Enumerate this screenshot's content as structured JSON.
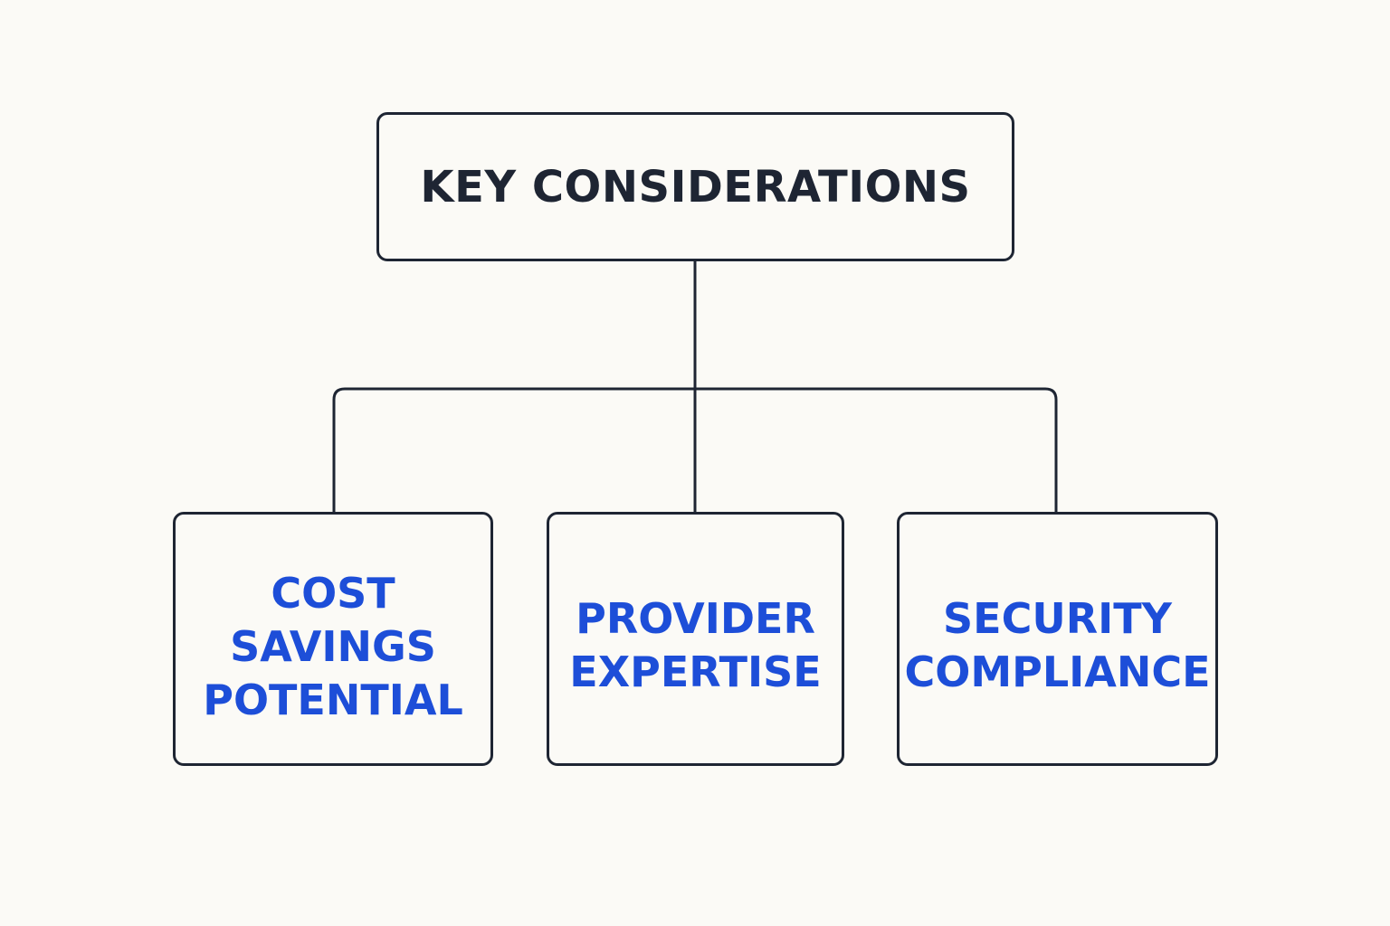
{
  "colors": {
    "background": "#fbfaf6",
    "line": "#1e2533",
    "root_text": "#1e2533",
    "child_text": "#1d4ed8"
  },
  "diagram": {
    "root": {
      "label": "KEY CONSIDERATIONS"
    },
    "children": [
      {
        "label": "COST\nSAVINGS\nPOTENTIAL"
      },
      {
        "label": "PROVIDER\nEXPERTISE"
      },
      {
        "label": "SECURITY\nCOMPLIANCE"
      }
    ]
  }
}
